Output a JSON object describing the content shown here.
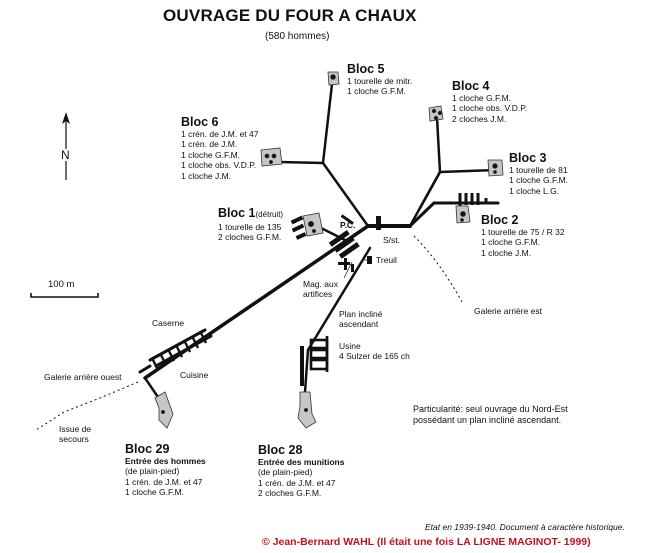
{
  "header": {
    "title": "OUVRAGE DU FOUR A CHAUX",
    "subtitle": "(580 hommes)"
  },
  "compass": {
    "label": "N"
  },
  "scale": {
    "label": "100 m"
  },
  "blocs": {
    "bloc5": {
      "name": "Bloc 5",
      "lines": [
        "1 tourelle de mitr.",
        "1 cloche G.F.M."
      ]
    },
    "bloc4": {
      "name": "Bloc 4",
      "lines": [
        "1 cloche G.F.M.",
        "1 cloche obs. V.D.P.",
        "2 cloches J.M."
      ]
    },
    "bloc6": {
      "name": "Bloc 6",
      "lines": [
        "1 crén. de J.M. et 47",
        "1 crén. de J.M.",
        "1 cloche G.F.M.",
        "1 cloche obs. V.D.P.",
        "1 cloche J.M."
      ]
    },
    "bloc3": {
      "name": "Bloc 3",
      "lines": [
        "1 tourelle de 81",
        "1 cloche G.F.M.",
        "1 cloche L.G."
      ]
    },
    "bloc1": {
      "name": "Bloc 1",
      "note": "(détruit)",
      "lines": [
        "1 tourelle de 135",
        "2 cloches G.F.M."
      ]
    },
    "bloc2": {
      "name": "Bloc 2",
      "lines": [
        "1 tourelle de 75 / R 32",
        "1 cloche G.F.M.",
        "1 cloche J.M."
      ]
    },
    "bloc29": {
      "name": "Bloc 29",
      "subtitle": [
        "Entrée des hommes",
        "(de plain-pied)"
      ],
      "lines": [
        "1 crén. de J.M. et 47",
        "1 cloche G.F.M."
      ]
    },
    "bloc28": {
      "name": "Bloc 28",
      "subtitle": [
        "Entrée des munitions",
        "(de plain-pied)"
      ],
      "lines": [
        "1 crén. de J.M. et 47",
        "2 cloches G.F.M."
      ]
    }
  },
  "labels": {
    "pc": "P.C.",
    "sst": "S/st.",
    "treuil": "Treuil",
    "magazine": [
      "Mag. aux",
      "artifices"
    ],
    "plan_incline": [
      "Plan incliné",
      "ascendant"
    ],
    "usine": [
      "Usine",
      "4 Sulzer de 165 ch"
    ],
    "galerie_est": "Galerie arrière est",
    "caserne": "Caserne",
    "cuisine": "Cuisine",
    "galerie_ouest": "Galerie arrière ouest",
    "issue": [
      "Issue de",
      "secours"
    ]
  },
  "particularite": [
    "Particularité: seul ouvrage du Nord-Est",
    "possédant un plan incliné ascendant."
  ],
  "etat": "Etat en 1939-1940. Document à caractère historique.",
  "credit": "© Jean-Bernard WAHL (Il était une fois LA LIGNE MAGINOT- 1999)"
}
